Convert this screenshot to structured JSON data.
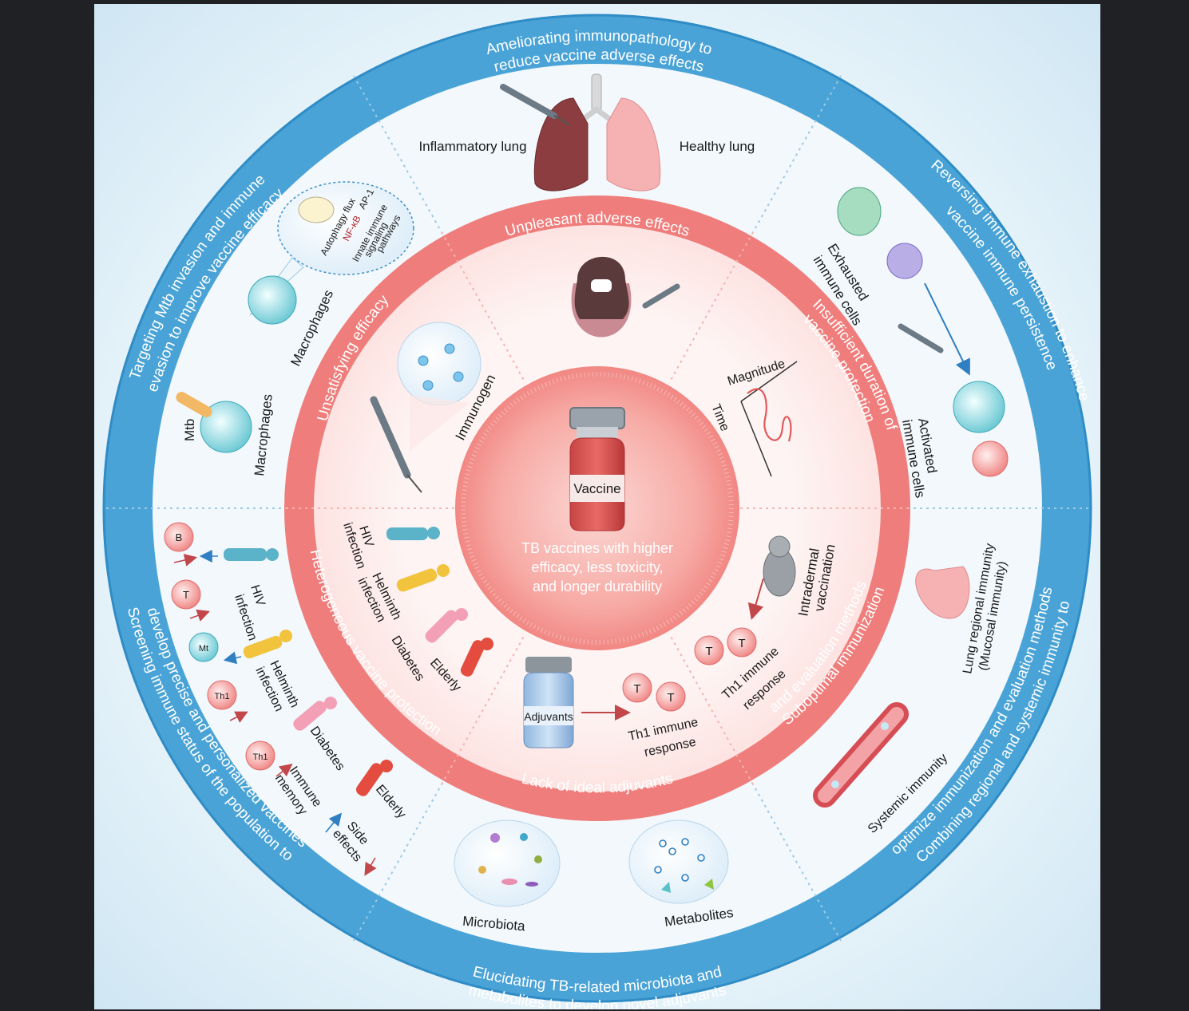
{
  "center": {
    "vial_label": "Vaccine",
    "goal_lines": [
      "TB vaccines with higher",
      "efficacy, less toxicity,",
      "and longer durability"
    ]
  },
  "inner_ring": {
    "top": "Unpleasant adverse effects",
    "upper_left": "Unsatisfying efficacy",
    "upper_right_lines": [
      "Insufficient duration of",
      "vaccine protection"
    ],
    "lower_right_lines": [
      "Suboptimal immunization",
      "and evaluation methods"
    ],
    "lower_left": "Heterogeneous vaccine protection",
    "bottom": "Lack of ideal adjuvants"
  },
  "outer_ring": {
    "top_lines": [
      "Ameliorating immunopathology to",
      "reduce vaccine adverse effects"
    ],
    "upper_right_lines": [
      "Reversing immune exhaustion to enhance",
      "vaccine immune persistence"
    ],
    "lower_right_lines": [
      "Combining regional and systemic immunity to",
      "optimize immunization and evaluation methods"
    ],
    "bottom_lines": [
      "Elucidating TB-related microbiota and",
      "metabolites to develop novel adjuvants"
    ],
    "lower_left_lines": [
      "Screening immune status of the population to",
      "develop precise and personalized vaccines"
    ],
    "upper_left_lines": [
      "Targeting Mtb invasion and immune",
      "evasion to improve vaccine efficacy"
    ]
  },
  "labels": {
    "inflammatory_lung": "Inflammatory lung",
    "healthy_lung": "Healthy lung",
    "autophagy": "Autophagy flux",
    "nfkb": "NF-κB",
    "ap1": "AP-1",
    "innate_lines": [
      "Innate immune",
      "signaling",
      "pathways"
    ],
    "macrophages": "Macrophages",
    "mtb": "Mtb",
    "immunogen": "Immunogen",
    "magnitude": "Magnitude",
    "time": "Time",
    "exhausted_lines": [
      "Exhausted",
      "immune cells"
    ],
    "activated_lines": [
      "Activated",
      "immune cells"
    ],
    "lung_regional_lines": [
      "Lung regional immunity",
      "(Mucosal immunity)"
    ],
    "systemic": "Systemic immunity",
    "intradermal_lines": [
      "Intradermal",
      "vaccination"
    ],
    "th1_lines": [
      "Th1 immune",
      "response"
    ],
    "adjuvants": "Adjuvants",
    "microbiota": "Microbiota",
    "metabolites": "Metabolites",
    "hiv_lines": [
      "HIV",
      "infection"
    ],
    "helminth_lines": [
      "Helminth",
      "infection"
    ],
    "diabetes": "Diabetes",
    "elderly": "Elderly",
    "immune_memory_lines": [
      "Immune",
      "memory"
    ],
    "side_effects_lines": [
      "Side",
      "effects"
    ],
    "cell_b": "B",
    "cell_t": "T",
    "cell_mtb": "Mt",
    "cell_th1": "Th1"
  },
  "colors": {
    "outer_ring": "#3f9fd3",
    "inner_ring": "#ef7a78",
    "center": "#f48a88"
  }
}
